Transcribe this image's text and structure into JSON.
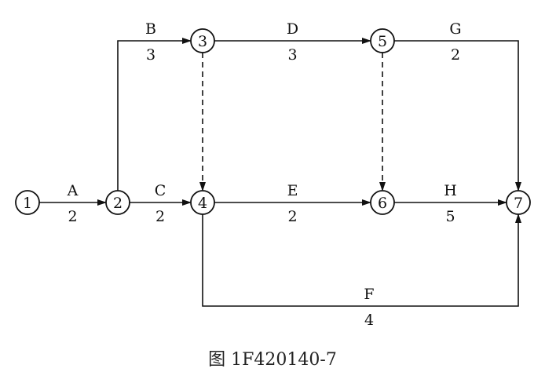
{
  "nodes": [
    "1",
    "2",
    "3",
    "4",
    "5",
    "6",
    "7"
  ],
  "activities": [
    {
      "name": "A",
      "duration": "2",
      "from": "1",
      "to": "2"
    },
    {
      "name": "B",
      "duration": "3",
      "from": "2",
      "to": "3"
    },
    {
      "name": "C",
      "duration": "2",
      "from": "2",
      "to": "4"
    },
    {
      "name": "D",
      "duration": "3",
      "from": "3",
      "to": "5"
    },
    {
      "name": "E",
      "duration": "2",
      "from": "4",
      "to": "6"
    },
    {
      "name": "F",
      "duration": "4",
      "from": "4",
      "to": "7"
    },
    {
      "name": "G",
      "duration": "2",
      "from": "5",
      "to": "7"
    },
    {
      "name": "H",
      "duration": "5",
      "from": "6",
      "to": "7"
    }
  ],
  "dummies": [
    {
      "from": "3",
      "to": "4"
    },
    {
      "from": "5",
      "to": "6"
    }
  ],
  "caption": "图 1F420140-7"
}
